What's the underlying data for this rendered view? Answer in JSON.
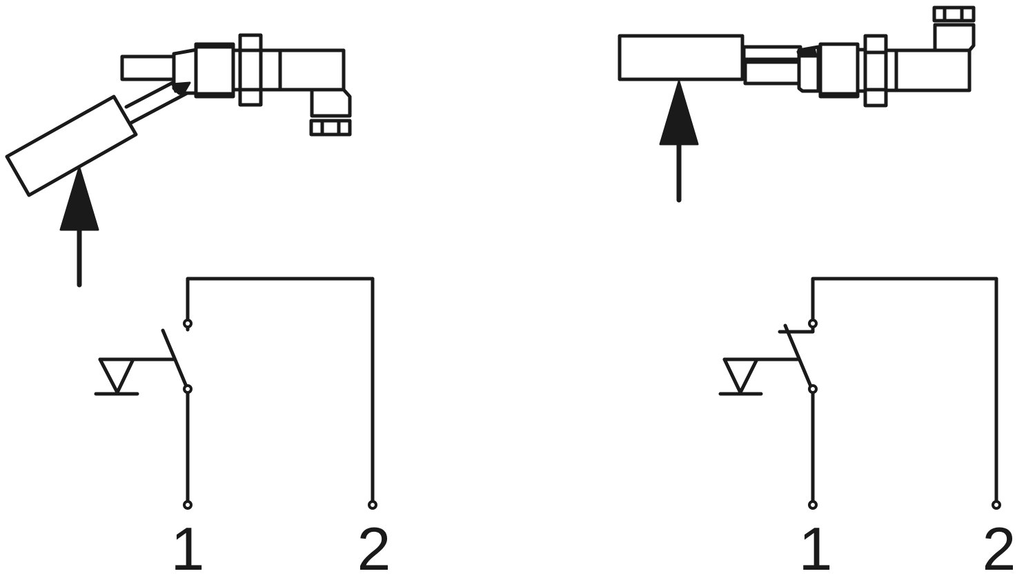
{
  "diagram": {
    "panels": [
      {
        "id": "left",
        "description": "Float switch tilted upward, NO contact (normally open)",
        "float_state": "raised",
        "contact_type": "normally-open",
        "terminals": [
          {
            "label": "1"
          },
          {
            "label": "2"
          }
        ]
      },
      {
        "id": "right",
        "description": "Float switch horizontal, NC contact (normally closed)",
        "float_state": "level",
        "contact_type": "normally-closed",
        "terminals": [
          {
            "label": "1"
          },
          {
            "label": "2"
          }
        ]
      }
    ],
    "colors": {
      "stroke": "#1a1a1a",
      "background": "#ffffff"
    }
  }
}
